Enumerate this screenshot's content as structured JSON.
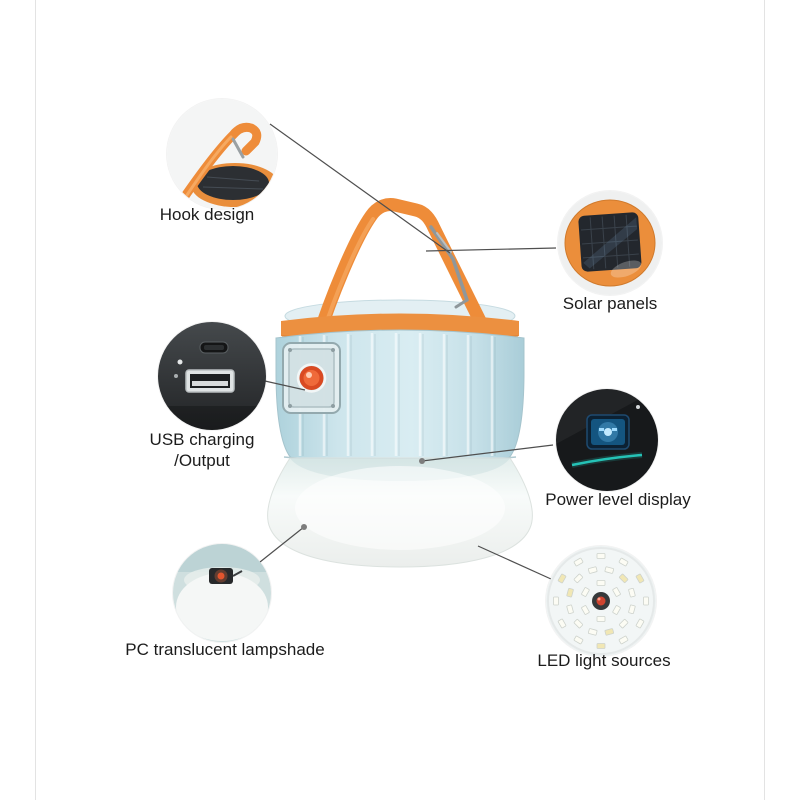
{
  "features": [
    {
      "id": "hook",
      "label": "Hook design"
    },
    {
      "id": "solar",
      "label": "Solar panels"
    },
    {
      "id": "usb",
      "label": "USB charging /Output"
    },
    {
      "id": "power",
      "label": "Power level display"
    },
    {
      "id": "lampshade",
      "label": "PC translucent lampshade"
    },
    {
      "id": "led",
      "label": "LED light sources"
    }
  ],
  "colors": {
    "accent_orange": "#ee8c39",
    "body_blue": "#cde5ec",
    "shade_white": "#f7faf9",
    "text": "#1c1c1c",
    "line": "#4f4f4f"
  }
}
